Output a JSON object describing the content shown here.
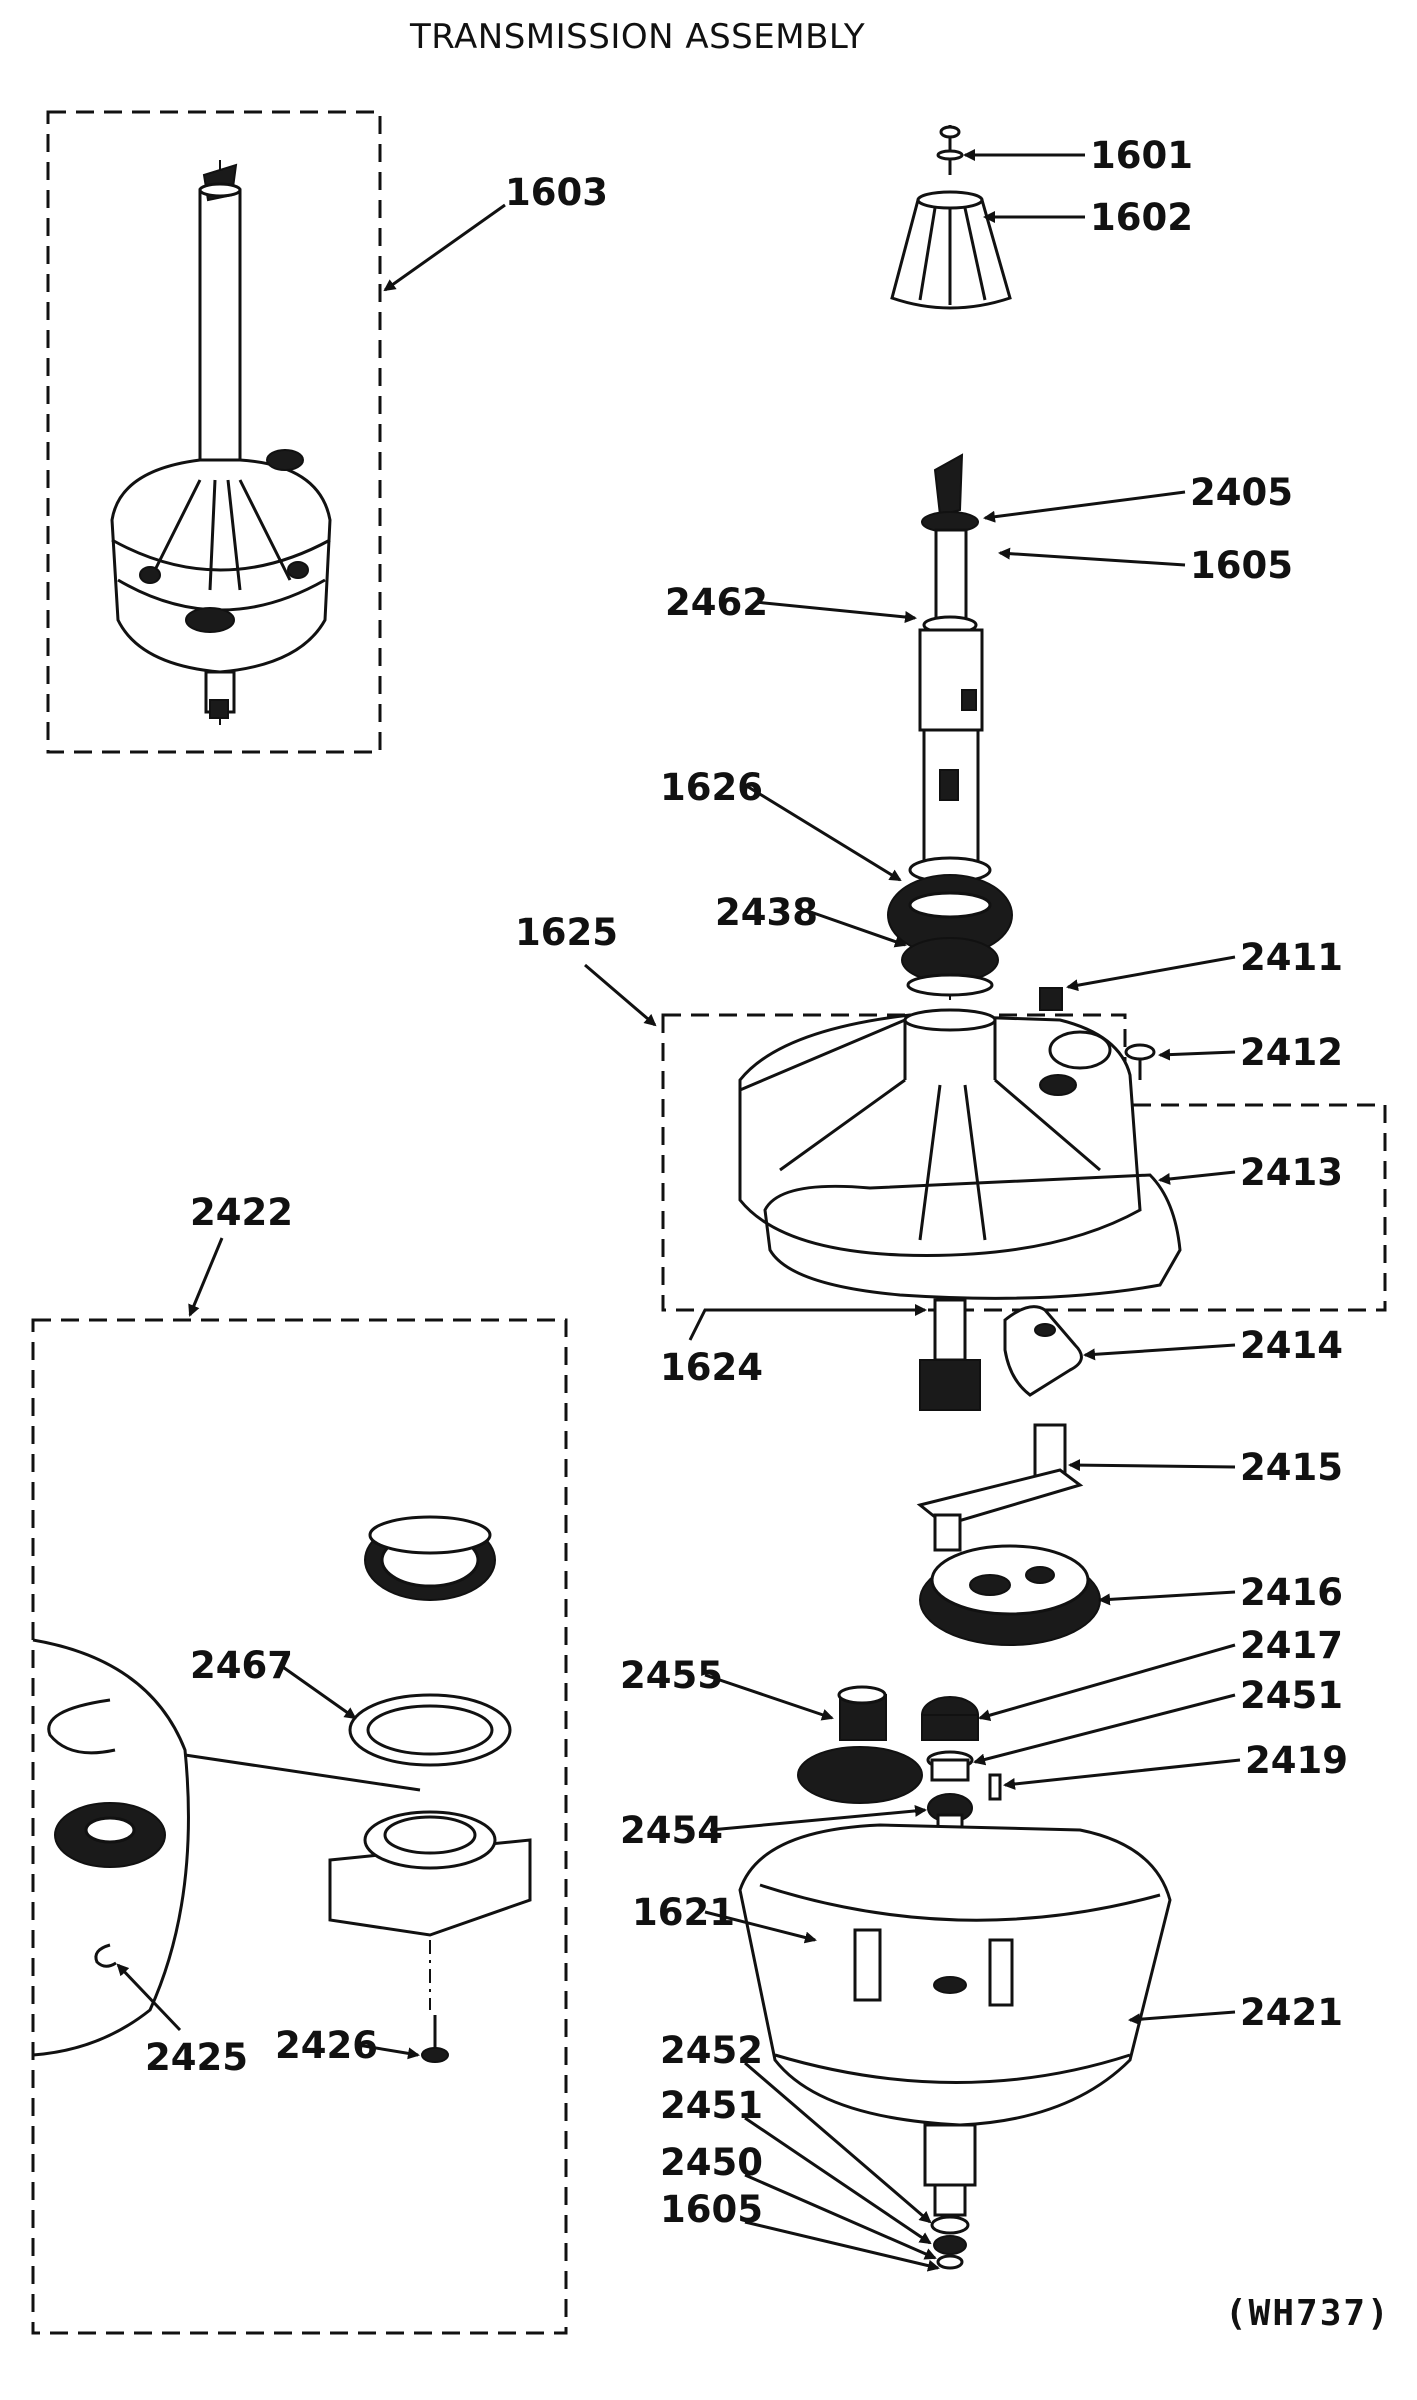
{
  "title": "TRANSMISSION ASSEMBLY",
  "drawing_code": "(WH737)",
  "parts": [
    "1601",
    "1602",
    "1603",
    "2405",
    "1605",
    "2462",
    "1626",
    "2438",
    "1625",
    "2411",
    "2412",
    "2413",
    "1624",
    "2414",
    "2415",
    "2416",
    "2417",
    "2451",
    "2455",
    "2419",
    "2454",
    "1621",
    "2421",
    "2452",
    "2450",
    "2422",
    "2467",
    "2425",
    "2426"
  ],
  "labels": {
    "p1601": "1601",
    "p1602": "1602",
    "p1603": "1603",
    "p2405": "2405",
    "p1605a": "1605",
    "p2462": "2462",
    "p1626": "1626",
    "p2438": "2438",
    "p1625": "1625",
    "p2411": "2411",
    "p2412": "2412",
    "p2413": "2413",
    "p1624": "1624",
    "p2414": "2414",
    "p2415": "2415",
    "p2416": "2416",
    "p2417": "2417",
    "p2451a": "2451",
    "p2455": "2455",
    "p2419": "2419",
    "p2454": "2454",
    "p1621": "1621",
    "p2421": "2421",
    "p2452": "2452",
    "p2451b": "2451",
    "p2450": "2450",
    "p1605b": "1605",
    "p2422": "2422",
    "p2467": "2467",
    "p2425": "2425",
    "p2426": "2426"
  }
}
